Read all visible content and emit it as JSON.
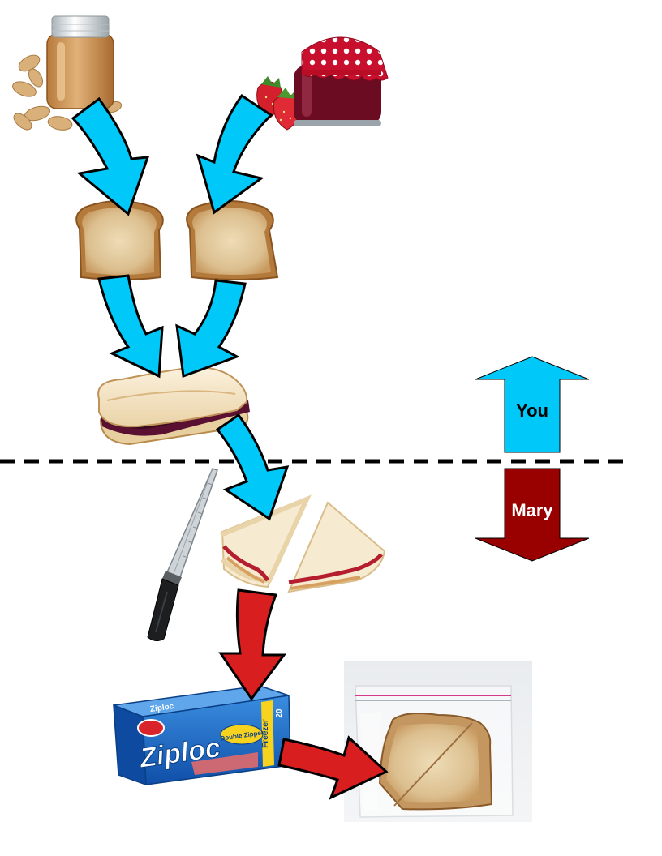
{
  "roles": {
    "upper": {
      "label": "You",
      "color": "#00c8f8",
      "direction": "up"
    },
    "lower": {
      "label": "Mary",
      "color": "#990000",
      "direction": "down"
    }
  },
  "colors": {
    "step_arrow_you": "#00c8f8",
    "step_arrow_mary": "#d81e1e",
    "divider": "#000000"
  },
  "illustrations": [
    {
      "name": "peanut-butter-jar-icon"
    },
    {
      "name": "strawberry-jam-jar-icon"
    },
    {
      "name": "bread-slice-icon"
    },
    {
      "name": "assembled-sandwich-icon"
    },
    {
      "name": "bread-knife-icon"
    },
    {
      "name": "cut-sandwich-halves-icon"
    },
    {
      "name": "ziploc-box-icon"
    },
    {
      "name": "bagged-sandwich-icon"
    }
  ],
  "ziploc_box": {
    "brand": "Ziploc",
    "top_brand": "Ziploc",
    "side_label": "Freezer",
    "side_count": "20",
    "badge": "Double Zipper"
  },
  "flow_steps": [
    {
      "from": "peanut-butter-jar-icon",
      "to": "bread-slice-icon",
      "role": "upper"
    },
    {
      "from": "strawberry-jam-jar-icon",
      "to": "bread-slice-icon",
      "role": "upper"
    },
    {
      "from": "bread-slice-icon",
      "to": "assembled-sandwich-icon",
      "role": "upper"
    },
    {
      "from": "bread-slice-icon",
      "to": "assembled-sandwich-icon",
      "role": "upper"
    },
    {
      "from": "assembled-sandwich-icon",
      "to": "cut-sandwich-halves-icon",
      "role": "upper"
    },
    {
      "from": "cut-sandwich-halves-icon",
      "to": "ziploc-box-icon",
      "role": "lower"
    },
    {
      "from": "ziploc-box-icon",
      "to": "bagged-sandwich-icon",
      "role": "lower"
    }
  ]
}
